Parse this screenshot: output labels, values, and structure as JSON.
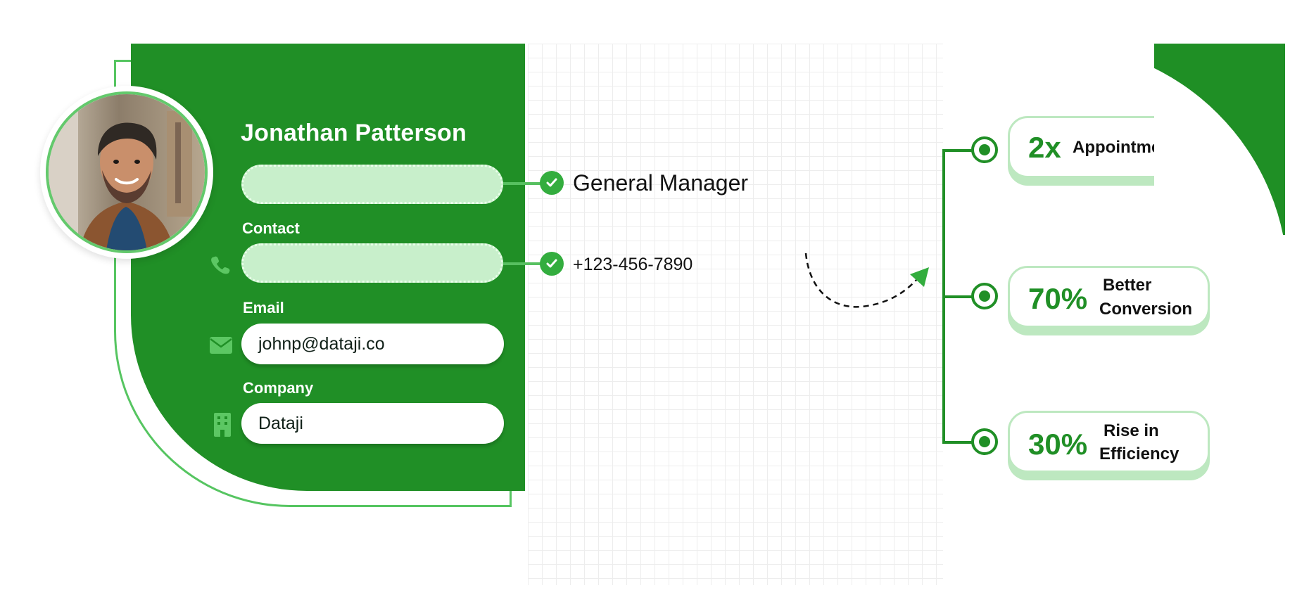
{
  "profile": {
    "name": "Jonathan Patterson",
    "title": "General Manager",
    "contact_label": "Contact",
    "contact_value": "+123-456-7890",
    "email_label": "Email",
    "email_value": "johnp@dataji.co",
    "company_label": "Company",
    "company_value": "Dataji"
  },
  "stats": [
    {
      "big": "2x",
      "small": "Appointments"
    },
    {
      "big": "70%",
      "small_1": "Better",
      "small_2": "Conversion"
    },
    {
      "big": "30%",
      "small_1": "Rise in",
      "small_2": "Efficiency"
    }
  ],
  "colors": {
    "brand_green": "#208f26",
    "light_green": "#c8efcb",
    "accent_green": "#33ad3e"
  },
  "icons": {
    "phone": "phone-icon",
    "email": "envelope-icon",
    "company": "building-icon",
    "check": "check-icon"
  }
}
